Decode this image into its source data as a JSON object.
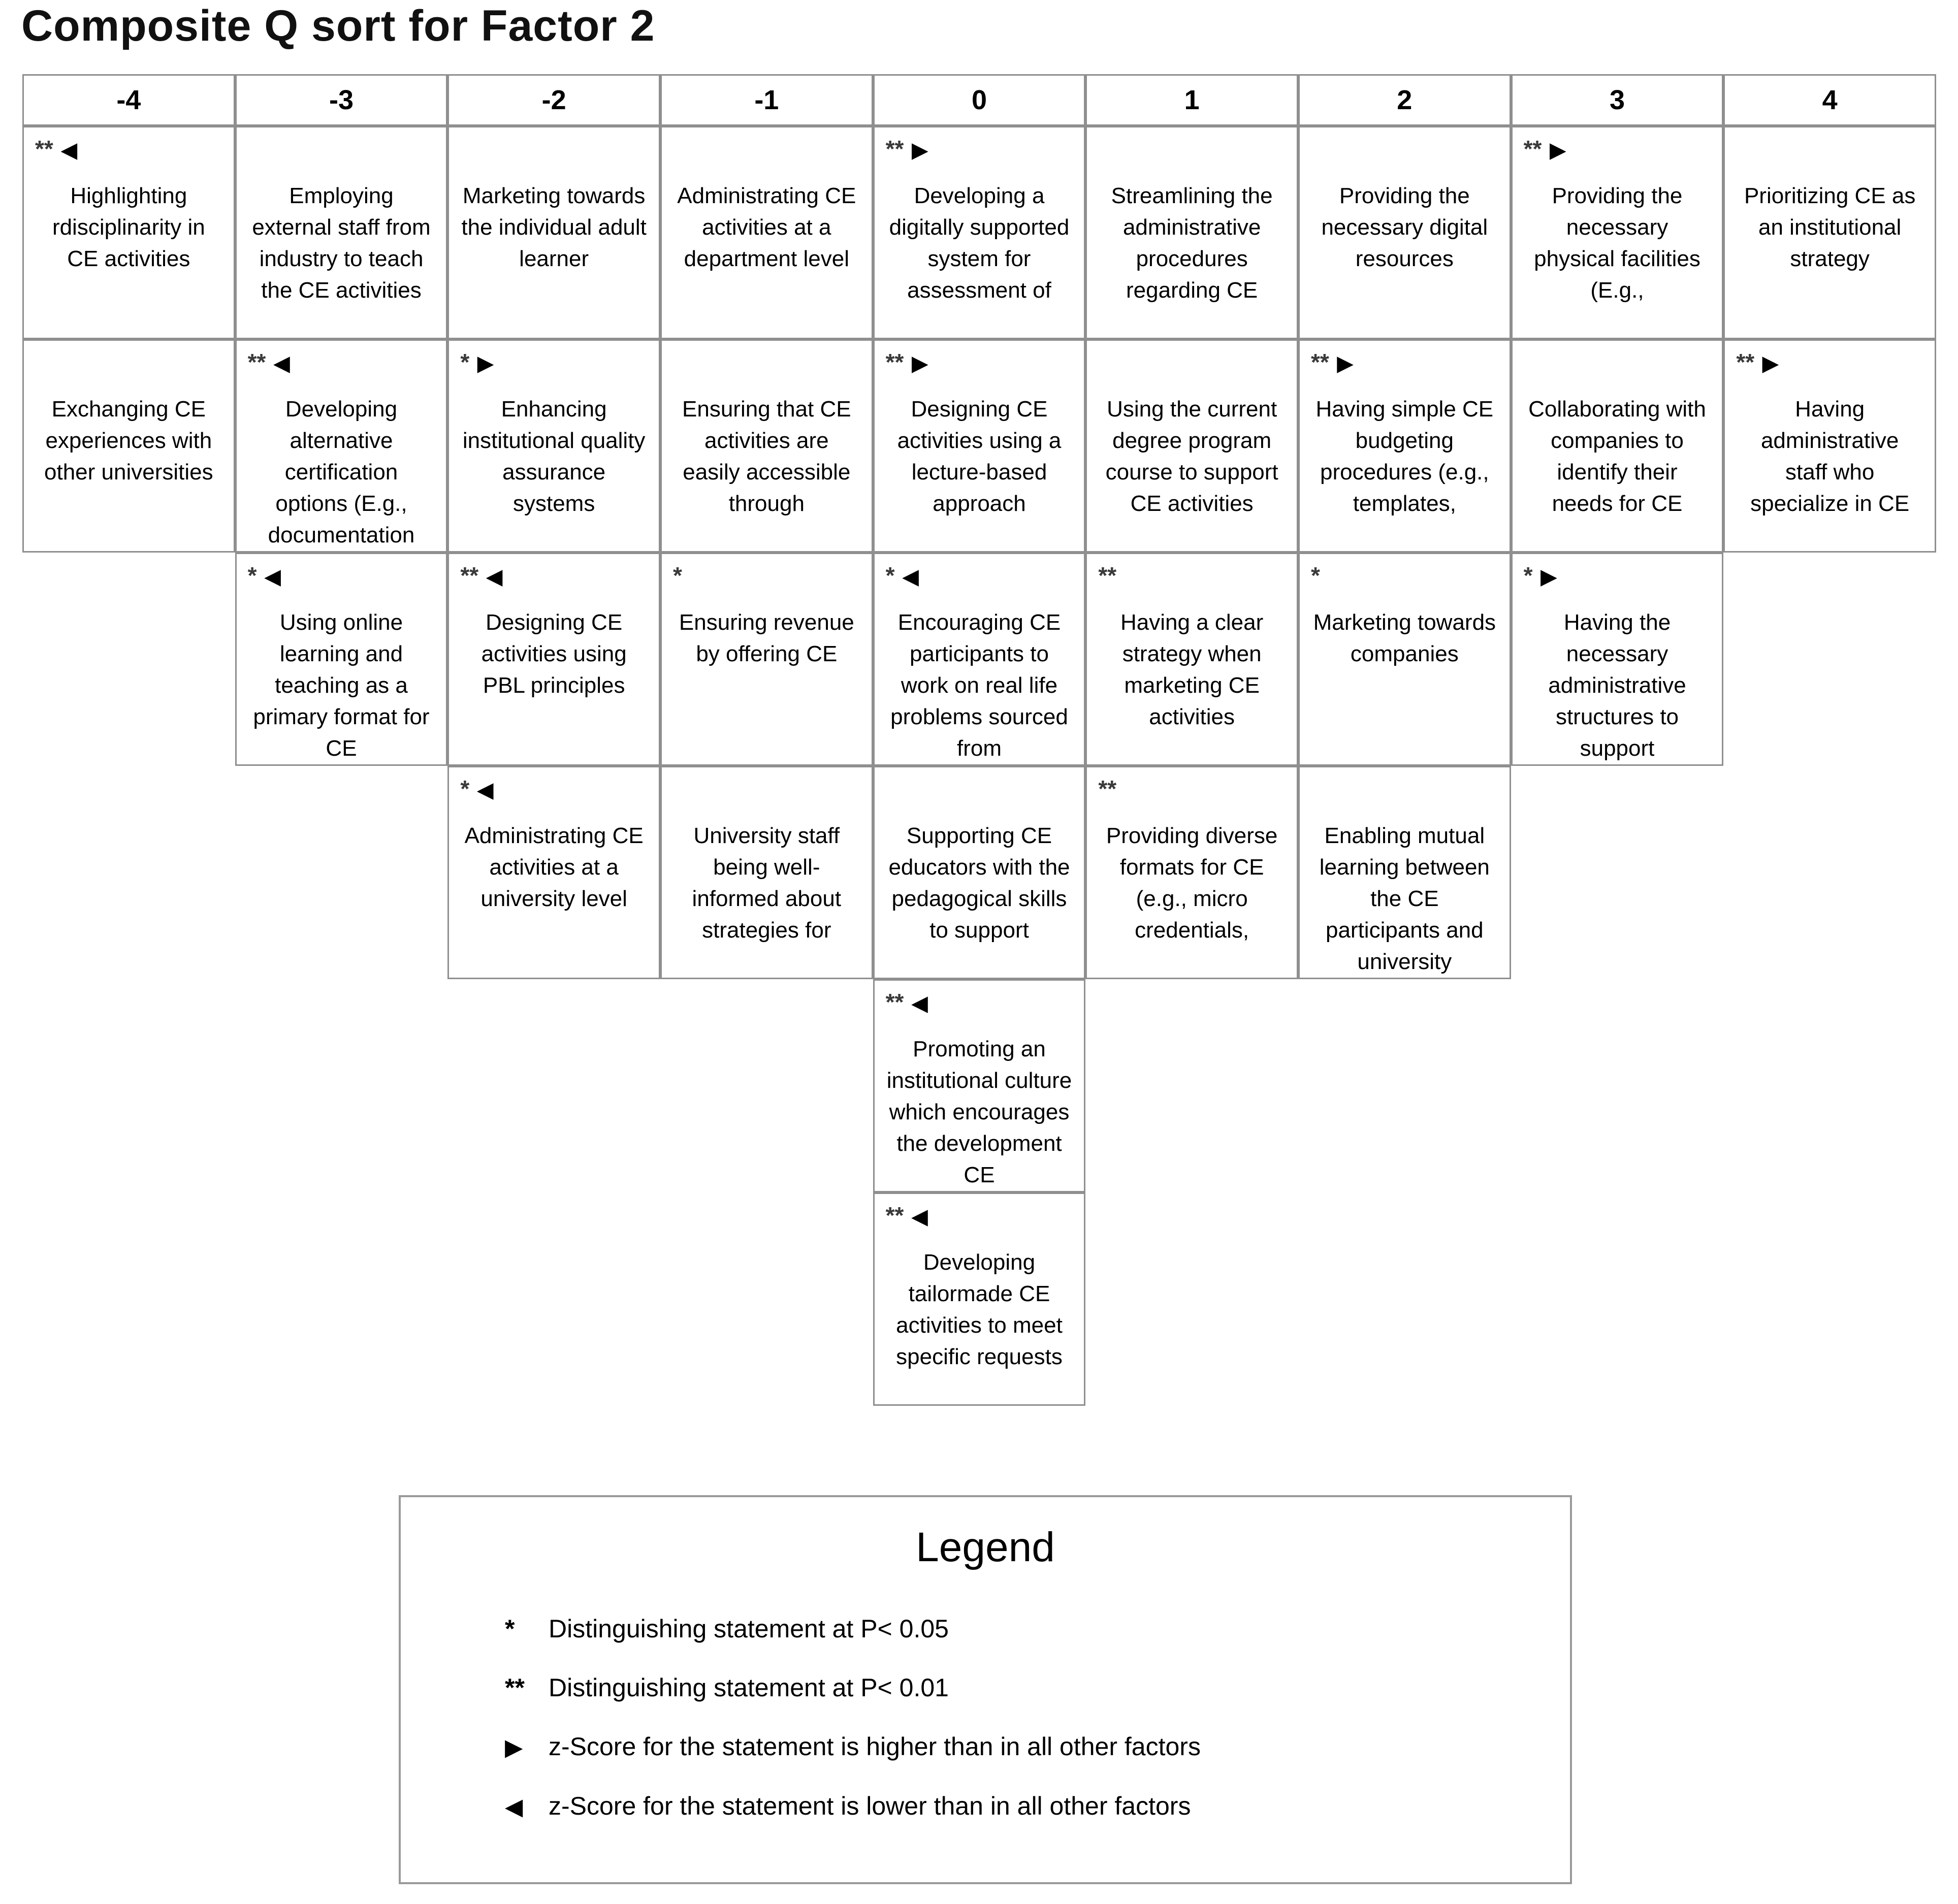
{
  "title": "Composite Q sort for Factor 2",
  "grid": {
    "columns": [
      "-4",
      "-3",
      "-2",
      "-1",
      "0",
      "1",
      "2",
      "3",
      "4"
    ],
    "cells": [
      {
        "row": 1,
        "col": -4,
        "marker": "**",
        "arrow": "◀",
        "text": "Highlighting rdisciplinarity in CE activities"
      },
      {
        "row": 1,
        "col": -3,
        "marker": "",
        "arrow": "",
        "text": "Employing external staff from industry to teach the CE activities"
      },
      {
        "row": 1,
        "col": -2,
        "marker": "",
        "arrow": "",
        "text": "Marketing towards the individual adult learner"
      },
      {
        "row": 1,
        "col": -1,
        "marker": "",
        "arrow": "",
        "text": "Administrating CE activities at a department level"
      },
      {
        "row": 1,
        "col": 0,
        "marker": "**",
        "arrow": "▶",
        "text": "Developing a digitally supported system for assessment of"
      },
      {
        "row": 1,
        "col": 1,
        "marker": "",
        "arrow": "",
        "text": "Streamlining the administrative procedures regarding CE"
      },
      {
        "row": 1,
        "col": 2,
        "marker": "",
        "arrow": "",
        "text": "Providing the necessary digital resources"
      },
      {
        "row": 1,
        "col": 3,
        "marker": "**",
        "arrow": "▶",
        "text": "Providing the necessary physical facilities (E.g.,"
      },
      {
        "row": 1,
        "col": 4,
        "marker": "",
        "arrow": "",
        "text": "Prioritizing CE as an institutional strategy"
      },
      {
        "row": 2,
        "col": -4,
        "marker": "",
        "arrow": "",
        "text": "Exchanging CE experiences with other universities"
      },
      {
        "row": 2,
        "col": -3,
        "marker": "**",
        "arrow": "◀",
        "text": "Developing alternative certification options (E.g., documentation"
      },
      {
        "row": 2,
        "col": -2,
        "marker": "*",
        "arrow": "▶",
        "text": "Enhancing institutional quality assurance systems"
      },
      {
        "row": 2,
        "col": -1,
        "marker": "",
        "arrow": "",
        "text": "Ensuring that CE activities are easily accessible through"
      },
      {
        "row": 2,
        "col": 0,
        "marker": "**",
        "arrow": "▶",
        "text": "Designing CE activities using a lecture-based approach"
      },
      {
        "row": 2,
        "col": 1,
        "marker": "",
        "arrow": "",
        "text": "Using the current degree program course to support CE activities"
      },
      {
        "row": 2,
        "col": 2,
        "marker": "**",
        "arrow": "▶",
        "text": "Having simple CE budgeting procedures (e.g., templates,"
      },
      {
        "row": 2,
        "col": 3,
        "marker": "",
        "arrow": "",
        "text": "Collaborating with companies to identify their needs for CE"
      },
      {
        "row": 2,
        "col": 4,
        "marker": "**",
        "arrow": "▶",
        "text": "Having administrative staff who specialize in CE"
      },
      {
        "row": 3,
        "col": -3,
        "marker": "*",
        "arrow": "◀",
        "text": "Using online learning and teaching as a primary format for CE"
      },
      {
        "row": 3,
        "col": -2,
        "marker": "**",
        "arrow": "◀",
        "text": "Designing CE activities using PBL principles"
      },
      {
        "row": 3,
        "col": -1,
        "marker": "*",
        "arrow": "",
        "text": "Ensuring revenue by offering CE"
      },
      {
        "row": 3,
        "col": 0,
        "marker": "*",
        "arrow": "◀",
        "text": "Encouraging CE participants to work on real life problems sourced from"
      },
      {
        "row": 3,
        "col": 1,
        "marker": "**",
        "arrow": "",
        "text": "Having a clear strategy when marketing CE activities"
      },
      {
        "row": 3,
        "col": 2,
        "marker": "*",
        "arrow": "",
        "text": "Marketing towards companies"
      },
      {
        "row": 3,
        "col": 3,
        "marker": "*",
        "arrow": "▶",
        "text": "Having the necessary administrative structures to support"
      },
      {
        "row": 4,
        "col": -2,
        "marker": "*",
        "arrow": "◀",
        "text": "Administrating CE activities at a university level"
      },
      {
        "row": 4,
        "col": -1,
        "marker": "",
        "arrow": "",
        "text": "University staff being well-informed about strategies for"
      },
      {
        "row": 4,
        "col": 0,
        "marker": "",
        "arrow": "",
        "text": "Supporting CE educators with the pedagogical skills to support"
      },
      {
        "row": 4,
        "col": 1,
        "marker": "**",
        "arrow": "",
        "text": "Providing diverse formats for CE (e.g., micro credentials,"
      },
      {
        "row": 4,
        "col": 2,
        "marker": "",
        "arrow": "",
        "text": "Enabling mutual learning between the CE participants and university"
      },
      {
        "row": 5,
        "col": 0,
        "marker": "**",
        "arrow": "◀",
        "text": "Promoting an institutional culture which encourages the development CE"
      },
      {
        "row": 6,
        "col": 0,
        "marker": "**",
        "arrow": "◀",
        "text": "Developing tailormade CE activities to meet specific requests"
      }
    ]
  },
  "legend": {
    "title": "Legend",
    "items": [
      {
        "symbol": "*",
        "type": "star",
        "text": "Distinguishing statement at P< 0.05"
      },
      {
        "symbol": "**",
        "type": "star",
        "text": "Distinguishing statement at P< 0.01"
      },
      {
        "symbol": "▶",
        "type": "arrow-right",
        "text": "z-Score for the statement is higher than in all other factors"
      },
      {
        "symbol": "◀",
        "type": "arrow-left",
        "text": "z-Score for the statement is lower than in all other factors"
      }
    ]
  }
}
